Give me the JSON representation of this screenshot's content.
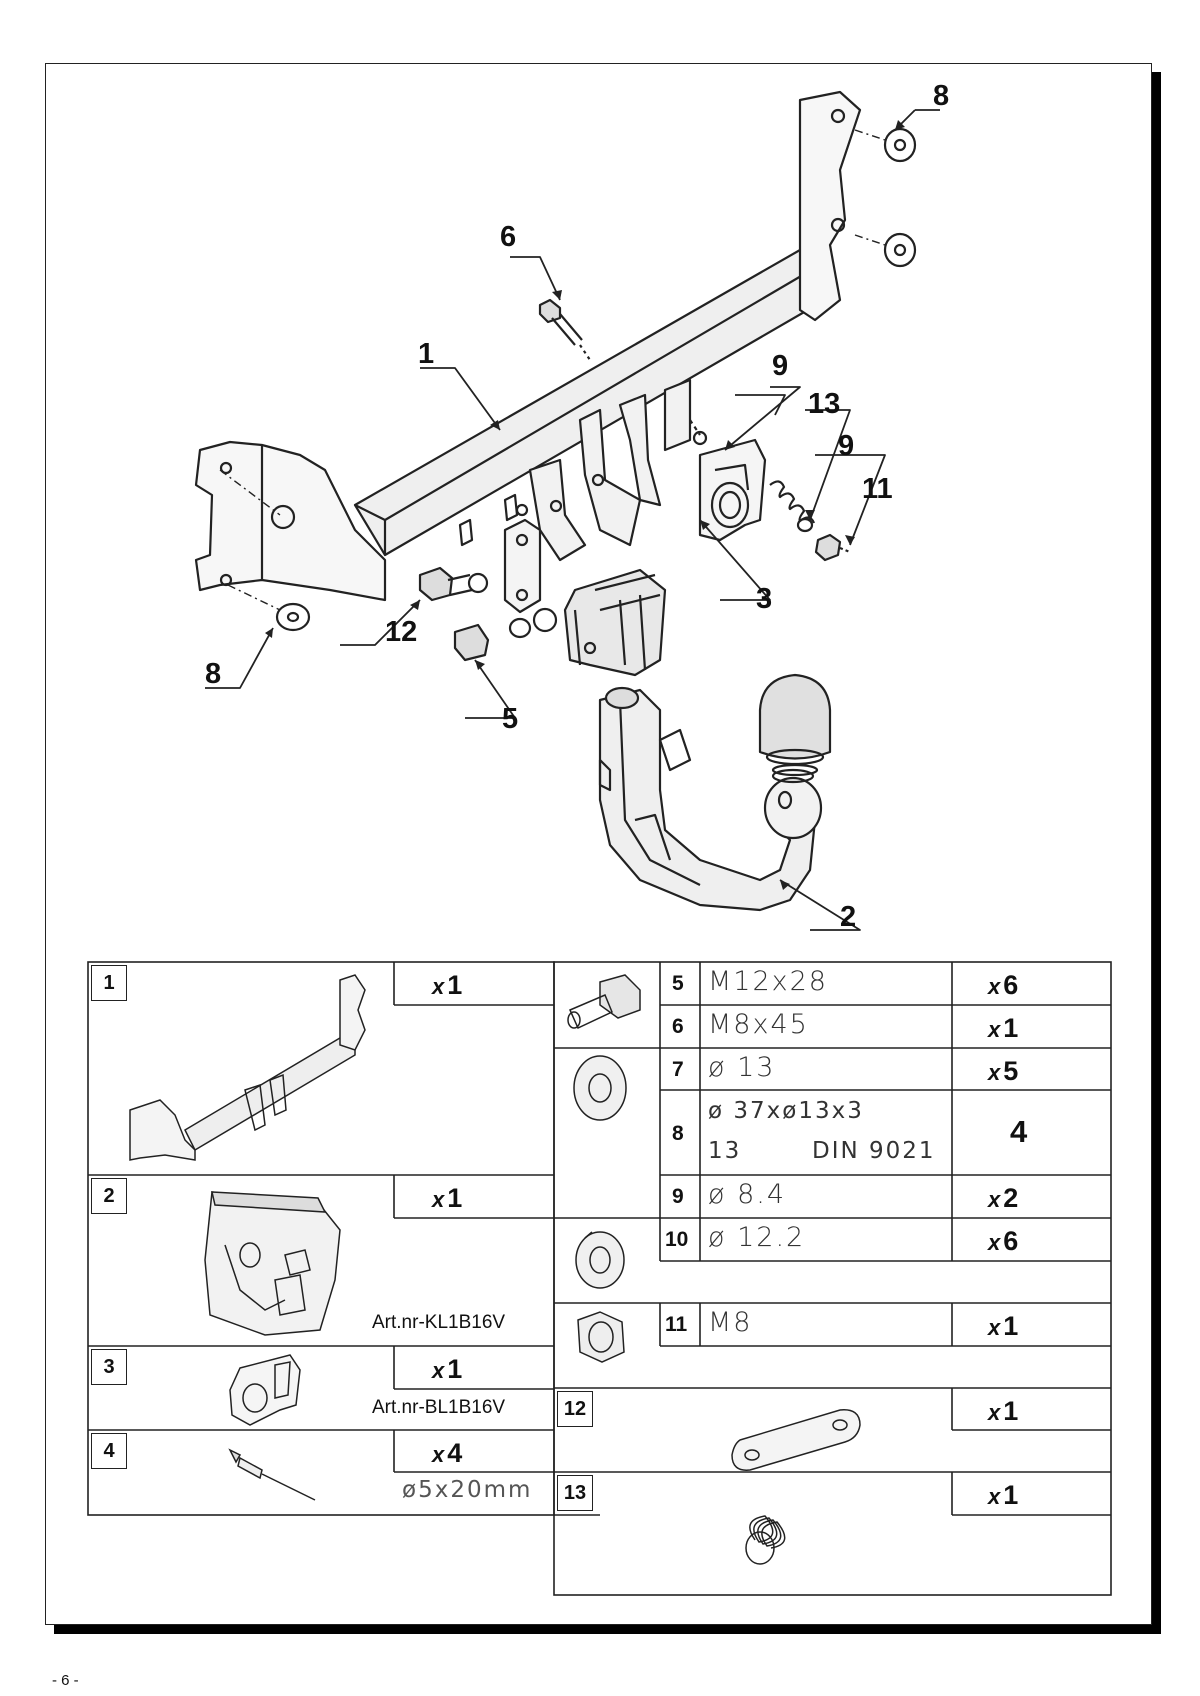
{
  "page_number": "- 6 -",
  "callouts": {
    "c1": "1",
    "c2": "2",
    "c3": "3",
    "c5": "5",
    "c6": "6",
    "c8a": "8",
    "c8b": "8",
    "c9a": "9",
    "c9b": "9",
    "c11": "11",
    "c12": "12",
    "c13": "13"
  },
  "parts": {
    "p1": {
      "num": "1",
      "qty": "1"
    },
    "p2": {
      "num": "2",
      "qty": "1",
      "art": "Art.nr-KL1B16V"
    },
    "p3": {
      "num": "3",
      "qty": "1",
      "art": "Art.nr-BL1B16V"
    },
    "p4": {
      "num": "4",
      "qty": "4",
      "spec": "ø5x20mm"
    },
    "p5": {
      "num": "5",
      "spec": "M12x28",
      "qty": "6"
    },
    "p6": {
      "num": "6",
      "spec": "M8x45",
      "qty": "1"
    },
    "p7": {
      "num": "7",
      "spec": "ø 13",
      "qty": "5"
    },
    "p8": {
      "num": "8",
      "spec_line1": "ø 37xø13x3",
      "spec_line2a": "13",
      "spec_line2b": "DIN 9021",
      "qty": "4"
    },
    "p9": {
      "num": "9",
      "spec": "ø 8.4",
      "qty": "2"
    },
    "p10": {
      "num": "10",
      "spec": "ø 12.2",
      "qty": "6"
    },
    "p11": {
      "num": "11",
      "spec": "M8",
      "qty": "1"
    },
    "p12": {
      "num": "12",
      "qty": "1"
    },
    "p13": {
      "num": "13",
      "qty": "1"
    }
  },
  "qty_prefix": "x"
}
